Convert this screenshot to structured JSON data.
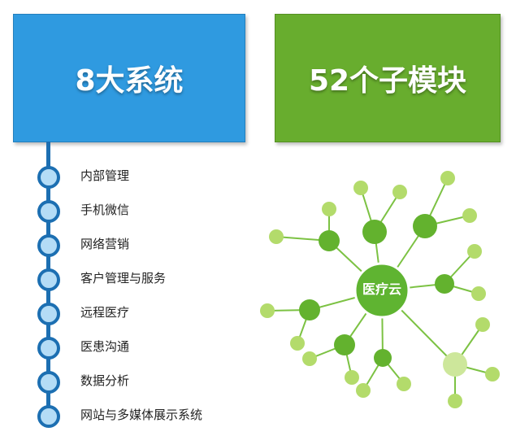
{
  "panels": {
    "left": {
      "title": "8大系统",
      "color": "#2f9ae0"
    },
    "right": {
      "title": "52个子模块",
      "color": "#68ad2e"
    }
  },
  "systems": [
    "内部管理",
    "手机微信",
    "网络营销",
    "客户管理与服务",
    "远程医疗",
    "医患沟通",
    "数据分析",
    "网站与多媒体展示系统"
  ],
  "network": {
    "hub_label": "医疗云",
    "colors": {
      "line": "#7cc243",
      "hub": "#5fb431",
      "mid": "#63b22e",
      "leaf": "#b3db6b",
      "leaf_pale": "#cde79b"
    }
  }
}
